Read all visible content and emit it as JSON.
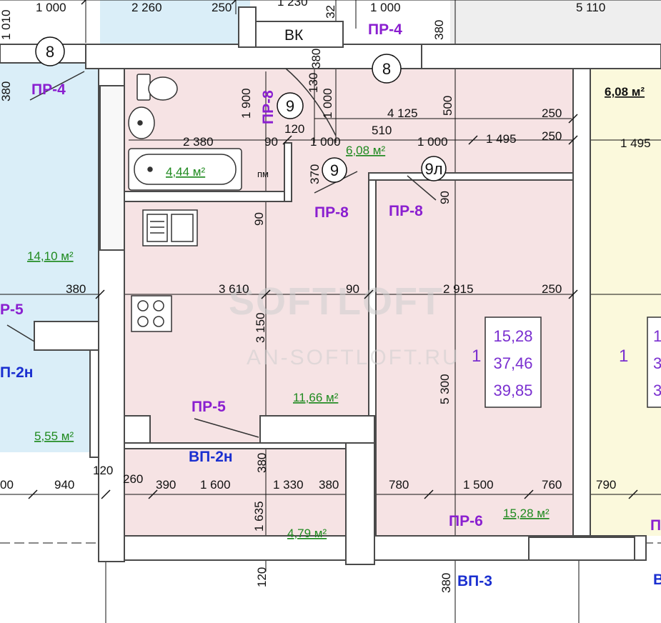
{
  "watermark": {
    "line1": "SOFTLOFT",
    "line2": "AN-SOFTLOFT.RU"
  },
  "rooms": {
    "left_big_area": "14,10 м²",
    "left_small_area": "5,55 м²",
    "bath_area": "4,44 м²",
    "hall_area": "6,08 м²",
    "kitchen_area": "11,66 м²",
    "corridor_area": "4,79 м²",
    "bedroom_area": "15,28 м²",
    "right_top_area": "6,08 м²"
  },
  "apartment_box": {
    "number": "1",
    "living": "15,28",
    "total": "37,46",
    "total_with_balcony": "39,85"
  },
  "right_box": {
    "number": "1",
    "l1": "1",
    "l2": "3",
    "l3": "3"
  },
  "labels": {
    "pr4_left": "ПР-4",
    "pr4_top": "ПР-4",
    "pr8_vert": "ПР-8",
    "pr8_a": "ПР-8",
    "pr8_b": "ПР-8",
    "pr5_left": "Р-5",
    "pr5": "ПР-5",
    "pr6": "ПР-6",
    "vp2n_left": "П-2н",
    "vp2n": "ВП-2н",
    "vp3": "ВП-3",
    "vk": "ВК",
    "pm": "пм",
    "right_edge_p": "П",
    "right_edge_b": "В"
  },
  "axes": {
    "a8_left": "8",
    "a8_top": "8",
    "a9_top": "9",
    "a9_mid": "9",
    "a9l": "9л"
  },
  "dims": {
    "top_1000_a": "1 000",
    "top_2260": "2 260",
    "top_250": "250",
    "top_1230": "1 230",
    "top_32": "32",
    "top_1000_b": "1 000",
    "top_380": "380",
    "top_5110": "5 110",
    "left_1010": "1 010",
    "left_380": "380",
    "v_1900": "1 900",
    "v_130": "130",
    "v_380": "380",
    "v_1000": "1 000",
    "v_500": "500",
    "h_4125": "4 125",
    "h_250_a": "250",
    "h_250_b": "250",
    "h_120": "120",
    "h_510": "510",
    "h_2380": "2 380",
    "h_90_a": "90",
    "h_1000_c": "1 000",
    "h_1000_d": "1 000",
    "h_1495_a": "1 495",
    "h_1495_b": "1 495",
    "v_370": "370",
    "v_90_a": "90",
    "v_90_b": "90",
    "h_380_mid": "380",
    "h_3610": "3 610",
    "h_90_b": "90",
    "h_2915": "2 915",
    "h_250_c": "250",
    "v_3150": "3 150",
    "v_5300": "5 300",
    "v_380_b": "380",
    "h_120_b": "120",
    "h_00": "00",
    "h_940": "940",
    "h_260": "260",
    "h_390": "390",
    "h_1600": "1 600",
    "h_1330": "1 330",
    "h_380_b": "380",
    "h_780": "780",
    "h_1500": "1 500",
    "h_760": "760",
    "h_790": "790",
    "v_1635": "1 635",
    "v_120": "120",
    "v_380_c": "380"
  },
  "colors": {
    "room_pink": "#f6e3e4",
    "room_blue": "#daeef8",
    "room_yellow": "#fbf9dc",
    "wall": "#4a4a4a",
    "wall_fill": "#ffffff",
    "dim_line": "#111111"
  }
}
